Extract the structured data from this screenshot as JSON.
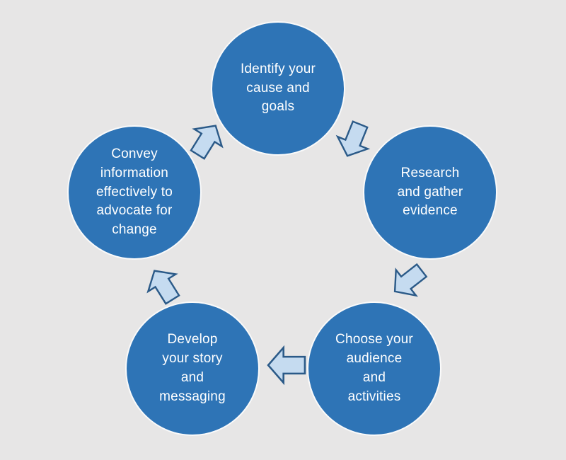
{
  "diagram": {
    "type": "cycle",
    "background_color": "#E7E6E6",
    "node_fill_color": "#2E74B6",
    "node_outline_color": "#FAFAFA",
    "node_text_color": "#FFFFFF",
    "arrow_fill_color": "#C5DBF0",
    "arrow_stroke_color": "#2B5A88",
    "steps": [
      {
        "id": 1,
        "position": "top",
        "label": "Identify your\ncause and\ngoals"
      },
      {
        "id": 2,
        "position": "right",
        "label": "Research\nand gather\nevidence"
      },
      {
        "id": 3,
        "position": "bottom-right",
        "label": "Choose your\naudience\nand\nactivities"
      },
      {
        "id": 4,
        "position": "bottom-left",
        "label": "Develop\nyour story\nand\nmessaging"
      },
      {
        "id": 5,
        "position": "left",
        "label": "Convey\ninformation\neffectively to\nadvocate for\nchange"
      }
    ],
    "arrows": [
      {
        "from": 5,
        "to": 1,
        "direction": "up-right"
      },
      {
        "from": 1,
        "to": 2,
        "direction": "down"
      },
      {
        "from": 2,
        "to": 3,
        "direction": "down-left"
      },
      {
        "from": 3,
        "to": 4,
        "direction": "left"
      },
      {
        "from": 4,
        "to": 5,
        "direction": "up-left"
      }
    ]
  }
}
